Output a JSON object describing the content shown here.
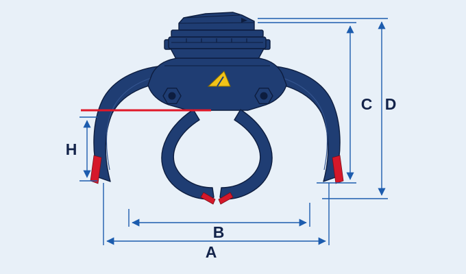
{
  "page": {
    "background": "#e8f0f8"
  },
  "diagram": {
    "subject": "orange-peel-grapple-dimension-drawing",
    "labels": {
      "A": "A",
      "B": "B",
      "C": "C",
      "D": "D",
      "H": "H"
    },
    "colors": {
      "grapple_body": "#1f3d73",
      "outline": "#0d1d3f",
      "accent_red": "#e01828",
      "emblem_yellow": "#f2c318",
      "dimension_blue": "#1c5cae",
      "label_text": "#13234a",
      "background": "#e8f0f8"
    }
  }
}
